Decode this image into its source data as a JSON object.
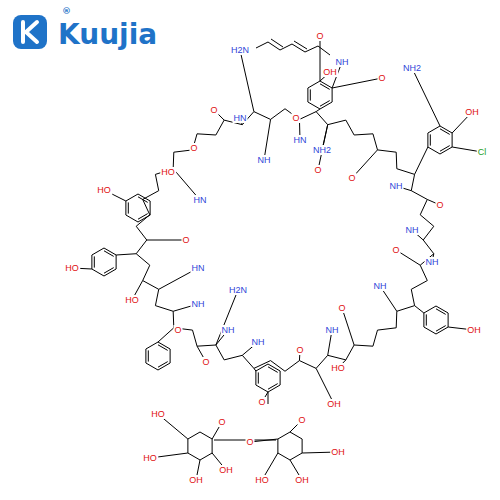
{
  "diagram": {
    "labels": [
      "®",
      "Kuujia",
      "H2N",
      "OH",
      "O",
      "NH",
      "O",
      "NH2",
      "NH2",
      "HN",
      "O",
      "O",
      "OH",
      "Cl",
      "O",
      "NH",
      "HN",
      "O",
      "NH",
      "HO",
      "O",
      "HN",
      "HO",
      "O",
      "HN",
      "HO",
      "HO",
      "NH",
      "O",
      "NH",
      "H2N",
      "O",
      "NH",
      "O",
      "NH",
      "HO",
      "O",
      "NH",
      "OH",
      "O",
      "NH",
      "O",
      "NH",
      "O",
      "O",
      "O",
      "HO",
      "HO",
      "OH",
      "OH",
      "O",
      "OH",
      "OH",
      "OH",
      "HO"
    ]
  }
}
